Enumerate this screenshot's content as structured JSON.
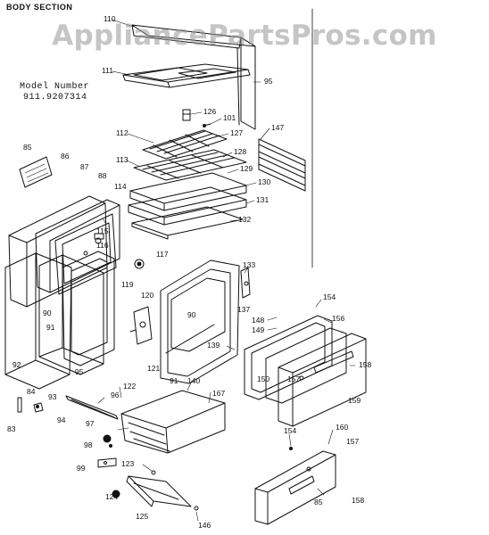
{
  "header": {
    "section_title": "BODY SECTION",
    "model_label": "Model Number",
    "model_number": "911.9207314"
  },
  "watermark": "AppliancePartsPros.com",
  "colors": {
    "ink": "#111111",
    "paper": "#ffffff",
    "watermark": "#9a9a9a",
    "tab_marker": "#5a5a5a"
  },
  "parts": [
    {
      "id": "p110",
      "label": "110"
    },
    {
      "id": "p111",
      "label": "111"
    },
    {
      "id": "p95a",
      "label": "95"
    },
    {
      "id": "p126",
      "label": "126"
    },
    {
      "id": "p101",
      "label": "101"
    },
    {
      "id": "p147",
      "label": "147"
    },
    {
      "id": "p112",
      "label": "112"
    },
    {
      "id": "p127",
      "label": "127"
    },
    {
      "id": "p128",
      "label": "128"
    },
    {
      "id": "p113",
      "label": "113"
    },
    {
      "id": "p129",
      "label": "129"
    },
    {
      "id": "p130",
      "label": "130"
    },
    {
      "id": "p131",
      "label": "131"
    },
    {
      "id": "p132",
      "label": "132"
    },
    {
      "id": "p85a",
      "label": "85"
    },
    {
      "id": "p86",
      "label": "86"
    },
    {
      "id": "p87",
      "label": "87"
    },
    {
      "id": "p88",
      "label": "88"
    },
    {
      "id": "p114",
      "label": "114"
    },
    {
      "id": "p115",
      "label": "115"
    },
    {
      "id": "p116",
      "label": "116"
    },
    {
      "id": "p117",
      "label": "117"
    },
    {
      "id": "p133",
      "label": "133"
    },
    {
      "id": "p119",
      "label": "119"
    },
    {
      "id": "p120",
      "label": "120"
    },
    {
      "id": "p137",
      "label": "137"
    },
    {
      "id": "p90a",
      "label": "90"
    },
    {
      "id": "p91a",
      "label": "91"
    },
    {
      "id": "p90b",
      "label": "90"
    },
    {
      "id": "p139",
      "label": "139"
    },
    {
      "id": "p154a",
      "label": "154"
    },
    {
      "id": "p148",
      "label": "148"
    },
    {
      "id": "p149",
      "label": "149"
    },
    {
      "id": "p156",
      "label": "156"
    },
    {
      "id": "p92",
      "label": "92"
    },
    {
      "id": "p95b",
      "label": "95"
    },
    {
      "id": "p121",
      "label": "121"
    },
    {
      "id": "p91b",
      "label": "91"
    },
    {
      "id": "p150",
      "label": "150"
    },
    {
      "id": "p157a",
      "label": "157"
    },
    {
      "id": "p158a",
      "label": "158"
    },
    {
      "id": "p84",
      "label": "84"
    },
    {
      "id": "p93",
      "label": "93"
    },
    {
      "id": "p96",
      "label": "96"
    },
    {
      "id": "p122",
      "label": "122"
    },
    {
      "id": "p140",
      "label": "140"
    },
    {
      "id": "p167",
      "label": "167"
    },
    {
      "id": "p159",
      "label": "159"
    },
    {
      "id": "p94",
      "label": "94"
    },
    {
      "id": "p83",
      "label": "83"
    },
    {
      "id": "p97",
      "label": "97"
    },
    {
      "id": "p98",
      "label": "98"
    },
    {
      "id": "p154b",
      "label": "154"
    },
    {
      "id": "p160",
      "label": "160"
    },
    {
      "id": "p157b",
      "label": "157"
    },
    {
      "id": "p99",
      "label": "99"
    },
    {
      "id": "p123",
      "label": "123"
    },
    {
      "id": "p124",
      "label": "124"
    },
    {
      "id": "p125",
      "label": "125"
    },
    {
      "id": "p146",
      "label": "146"
    },
    {
      "id": "p85b",
      "label": "85"
    },
    {
      "id": "p158b",
      "label": "158"
    }
  ]
}
